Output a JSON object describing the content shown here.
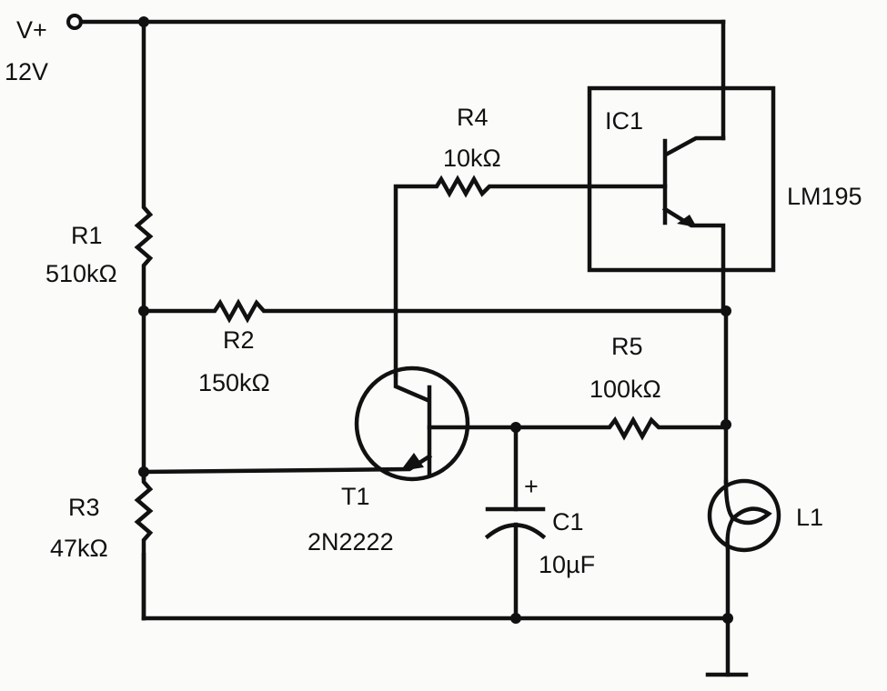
{
  "diagram": {
    "type": "circuit-schematic",
    "supply": {
      "label": "V+",
      "voltage": "12V"
    },
    "components": {
      "r1": {
        "ref": "R1",
        "value": "510kΩ"
      },
      "r2": {
        "ref": "R2",
        "value": "150kΩ"
      },
      "r3": {
        "ref": "R3",
        "value": "47kΩ"
      },
      "r4": {
        "ref": "R4",
        "value": "10kΩ"
      },
      "r5": {
        "ref": "R5",
        "value": "100kΩ"
      },
      "c1": {
        "ref": "C1",
        "value": "10µF",
        "polarity_mark": "+"
      },
      "t1": {
        "ref": "T1",
        "part": "2N2222"
      },
      "ic1": {
        "ref": "IC1",
        "part": "LM195"
      },
      "l1": {
        "ref": "L1"
      }
    }
  }
}
